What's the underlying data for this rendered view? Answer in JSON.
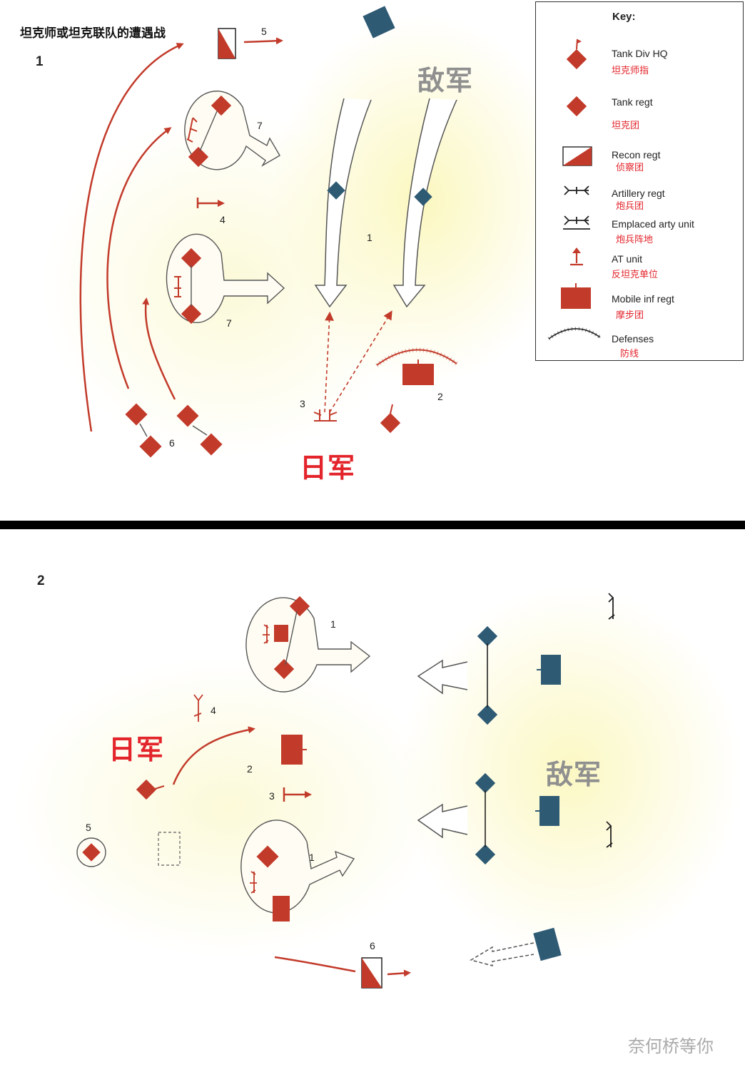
{
  "title": "坦克师或坦克联队的遭遇战",
  "panel1": {
    "number": "1",
    "enemy_label": "敌军",
    "japan_label": "日军",
    "labels": [
      "5",
      "7",
      "4",
      "7",
      "1",
      "3",
      "2",
      "6"
    ]
  },
  "panel2": {
    "number": "2",
    "enemy_label": "敌军",
    "japan_label": "日军",
    "labels": [
      "1",
      "4",
      "2",
      "3",
      "5",
      "1",
      "6"
    ]
  },
  "key": {
    "title": "Key:",
    "items": [
      {
        "en": "Tank Div HQ",
        "cn": "坦克师指",
        "icon": "tank-div-hq-icon"
      },
      {
        "en": "Tank regt",
        "cn": "坦克团",
        "icon": "tank-regt-icon"
      },
      {
        "en": "Recon regt",
        "cn": "侦察团",
        "icon": "recon-regt-icon"
      },
      {
        "en": "Artillery regt",
        "cn": "炮兵团",
        "icon": "artillery-regt-icon"
      },
      {
        "en": "Emplaced arty unit",
        "cn": "炮兵阵地",
        "icon": "emplaced-arty-icon"
      },
      {
        "en": "AT unit",
        "cn": "反坦克单位",
        "icon": "at-unit-icon"
      },
      {
        "en": "Mobile inf regt",
        "cn": "摩步团",
        "icon": "mobile-inf-icon"
      },
      {
        "en": "Defenses",
        "cn": "防线",
        "icon": "defenses-icon"
      }
    ]
  },
  "colors": {
    "japan": "#c23a2a",
    "enemy": "#2e5a74",
    "label_red": "#e3242b",
    "enemy_text": "#8f8f8f"
  },
  "watermark": "奈何桥等你"
}
